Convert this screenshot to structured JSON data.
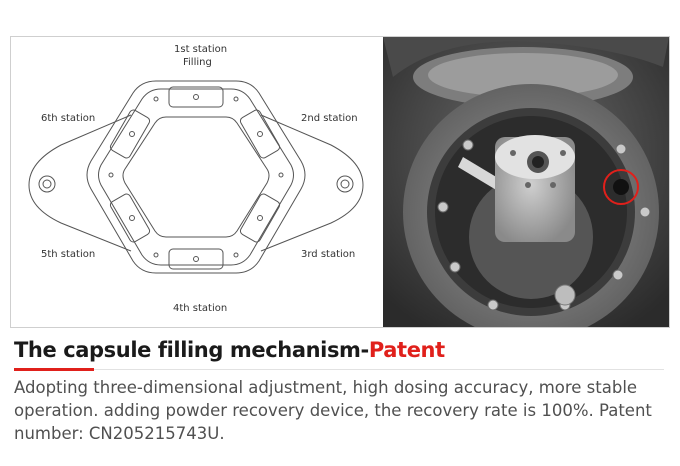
{
  "diagram": {
    "station_1": "1st station",
    "station_1_sub": "Filling",
    "station_2": "2nd station",
    "station_3": "3rd station",
    "station_4": "4th station",
    "station_5": "5th station",
    "station_6": "6th station"
  },
  "heading": {
    "main": "The capsule filling mechanism-",
    "accent": "Patent"
  },
  "description": "Adopting three-dimensional adjustment, high dosing accuracy, more stable operation. adding powder recovery device, the recovery rate is 100%. Patent number: CN205215743U.",
  "colors": {
    "accent": "#e0201b",
    "text_dark": "#1a1a1a",
    "text_body": "#505050"
  }
}
